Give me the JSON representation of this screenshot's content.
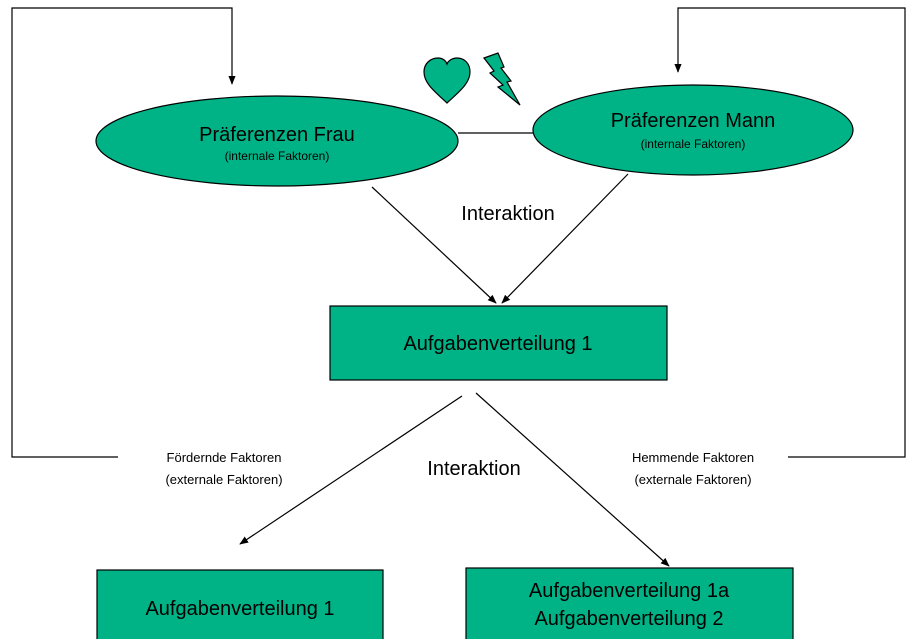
{
  "colors": {
    "node_fill": "#00b386",
    "icon_fill": "#00b386",
    "line": "#000000",
    "background": "#ffffff"
  },
  "nodes": {
    "pref_frau": {
      "title": "Präferenzen Frau",
      "subtitle": "(internale Faktoren)"
    },
    "pref_mann": {
      "title": "Präferenzen Mann",
      "subtitle": "(internale Faktoren)"
    },
    "aufgaben_1": {
      "title": "Aufgabenverteilung 1"
    },
    "result_left": {
      "title": "Aufgabenverteilung 1"
    },
    "result_right": {
      "line1": "Aufgabenverteilung 1a",
      "line2": "Aufgabenverteilung 2"
    }
  },
  "labels": {
    "interaktion_top": "Interaktion",
    "interaktion_bottom": "Interaktion",
    "foerdernde": {
      "line1": "Fördernde Faktoren",
      "line2": "(externale Faktoren)"
    },
    "hemmende": {
      "line1": "Hemmende Faktoren",
      "line2": "(externale Faktoren)"
    }
  },
  "icons": [
    "heart-icon",
    "lightning-icon"
  ]
}
